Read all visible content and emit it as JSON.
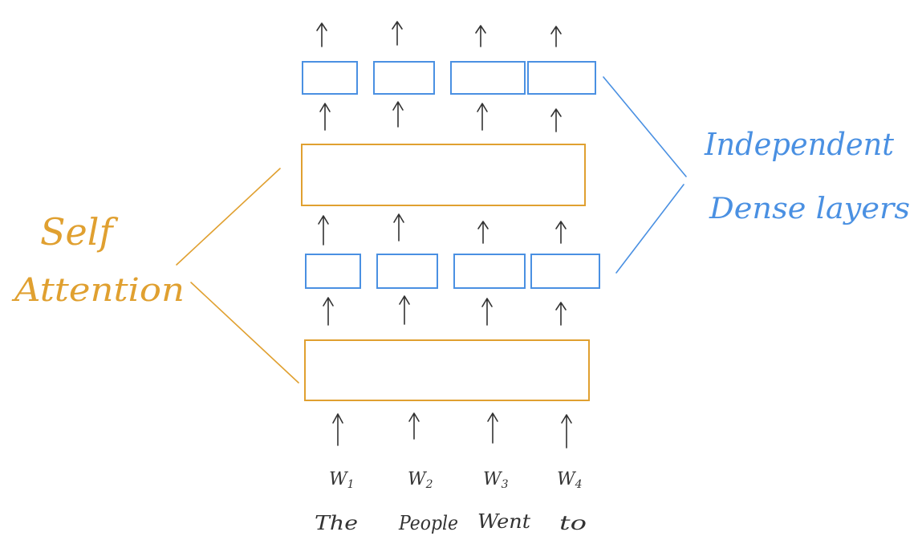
{
  "colors": {
    "attention": "#E0A030",
    "dense": "#4A90E2",
    "ink": "#333333"
  },
  "labels": {
    "self_attention_line1": "Self",
    "self_attention_line2": "Attention",
    "independent_line1": "Independent",
    "independent_line2": "Dense layers"
  },
  "tokens": [
    {
      "symbol": "W",
      "sub": "1",
      "word": "The"
    },
    {
      "symbol": "W",
      "sub": "2",
      "word": "People"
    },
    {
      "symbol": "W",
      "sub": "3",
      "word": "Went"
    },
    {
      "symbol": "W",
      "sub": "4",
      "word": "to"
    }
  ]
}
